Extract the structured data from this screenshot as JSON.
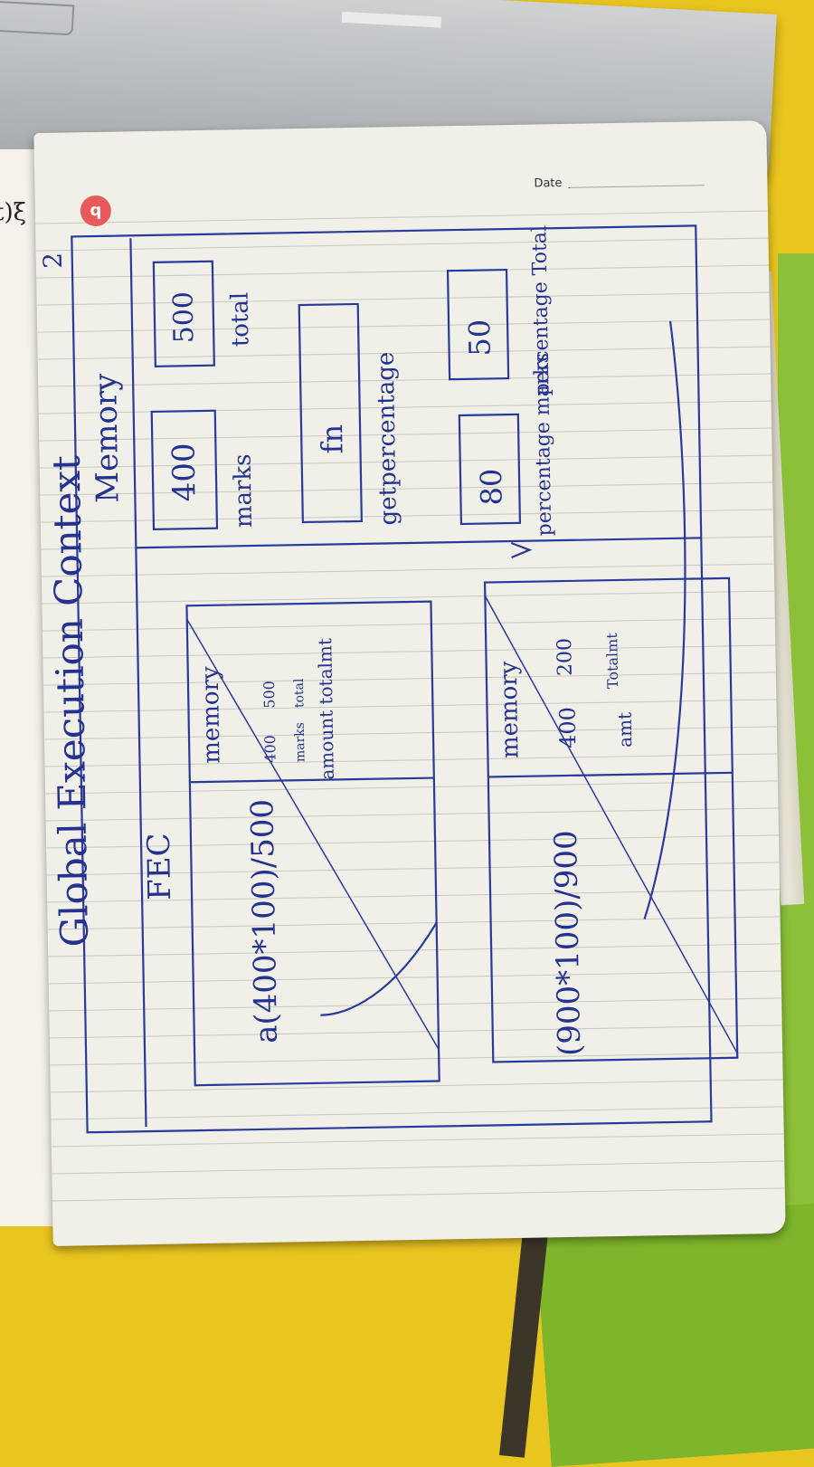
{
  "date_label": "Date",
  "margin_note": "t)ξ",
  "title": "Global Execution Context",
  "circled_number": "2",
  "global_memory": {
    "heading": "Memory",
    "cells": [
      {
        "value": "400",
        "label": "marks"
      },
      {
        "value": "500",
        "label": "total"
      },
      {
        "value": "fn",
        "label": "getpercentage"
      },
      {
        "value": "80",
        "label": "percentage marks"
      },
      {
        "value": "50",
        "label": "percentage Total"
      }
    ]
  },
  "fec_label": "FEC",
  "fec1": {
    "heading": "memory",
    "cells": [
      {
        "value": "400",
        "label": "marks"
      },
      {
        "value": "500",
        "label": "total"
      }
    ],
    "sub_label": "amount totalmt",
    "expression": "a(400*100)/500"
  },
  "fec2": {
    "heading": "memory",
    "cells": [
      {
        "value": "400",
        "label": "amt"
      },
      {
        "value": "200",
        "label": "Totalmt"
      }
    ],
    "expression": "(900*100)/900"
  }
}
